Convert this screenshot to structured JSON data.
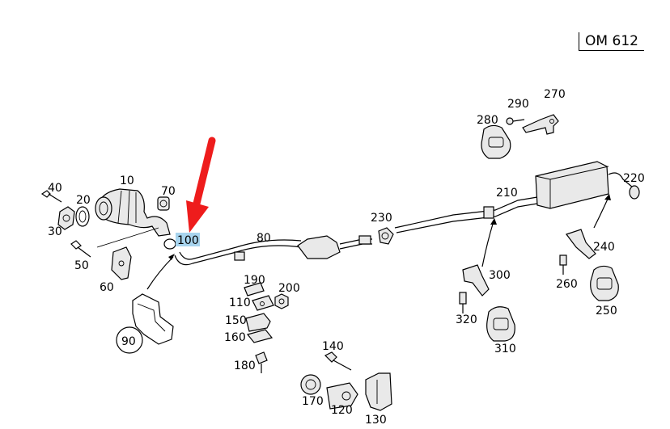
{
  "model": "OM 612",
  "highlight_color": "#a8d4ee",
  "arrow_color": "#ee1c1c",
  "callouts": {
    "c10": "10",
    "c20": "20",
    "c30": "30",
    "c40": "40",
    "c50": "50",
    "c60": "60",
    "c70": "70",
    "c80": "80",
    "c90": "90",
    "c100": "100",
    "c110": "110",
    "c120": "120",
    "c130": "130",
    "c140": "140",
    "c150": "150",
    "c160": "160",
    "c170": "170",
    "c180": "180",
    "c190": "190",
    "c200": "200",
    "c210": "210",
    "c220": "220",
    "c230": "230",
    "c240": "240",
    "c250": "250",
    "c260": "260",
    "c270": "270",
    "c280": "280",
    "c290": "290",
    "c300": "300",
    "c310": "310",
    "c320": "320"
  }
}
